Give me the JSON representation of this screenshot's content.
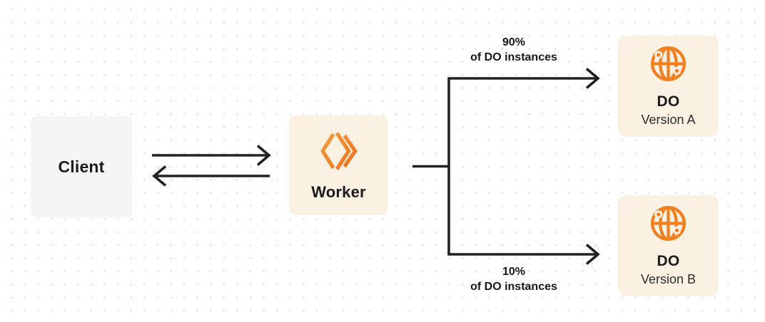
{
  "nodes": {
    "client": {
      "label": "Client"
    },
    "worker": {
      "label": "Worker",
      "icon": "cloudflare-workers-logo"
    },
    "do_version_a": {
      "label": "DO",
      "sublabel": "Version A",
      "icon": "globe"
    },
    "do_version_b": {
      "label": "DO",
      "sublabel": "Version B",
      "icon": "globe"
    }
  },
  "edges": {
    "client_worker": {
      "type": "bidirectional-arrows"
    },
    "worker_do_a": {
      "percent": "90%",
      "caption": "of DO instances"
    },
    "worker_do_b": {
      "percent": "10%",
      "caption": "of DO instances"
    }
  },
  "colors": {
    "brand_orange": "#F28021",
    "orange_gradient_start": "#F7A13C",
    "orange_gradient_end": "#EA6C1E",
    "node_cream_bg": "#FBF1E3",
    "node_gray_bg": "#F5F5F6",
    "arrow_line": "#212121",
    "label_text": "#1C1C1E",
    "dot_grid": "#E6E6E6",
    "background": "#FFFFFF"
  }
}
